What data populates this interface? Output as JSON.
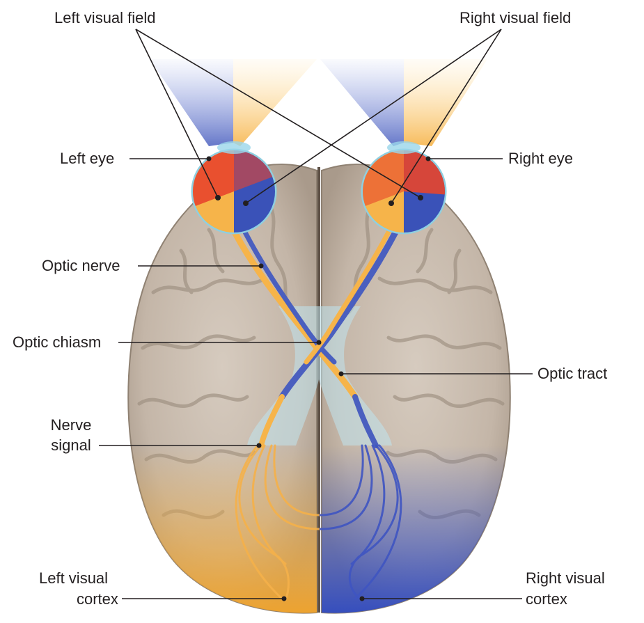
{
  "labels": {
    "left_visual_field": "Left visual field",
    "right_visual_field": "Right visual field",
    "left_eye": "Left eye",
    "right_eye": "Right eye",
    "optic_nerve": "Optic nerve",
    "optic_chiasm": "Optic chiasm",
    "optic_tract": "Optic tract",
    "nerve_signal_line1": "Nerve",
    "nerve_signal_line2": "signal",
    "left_visual_cortex_line1": "Left visual",
    "left_visual_cortex_line2": "cortex",
    "right_visual_cortex_line1": "Right visual",
    "right_visual_cortex_line2": "cortex"
  },
  "colors": {
    "left_field": "#f6b44a",
    "right_field": "#4a5fbf",
    "brain": "#c9bcaf",
    "brain_fold": "#a89a8c",
    "eye_red": "#e8452c",
    "chiasm_glow": "#bfe3ee",
    "leader_line": "#231f20"
  }
}
